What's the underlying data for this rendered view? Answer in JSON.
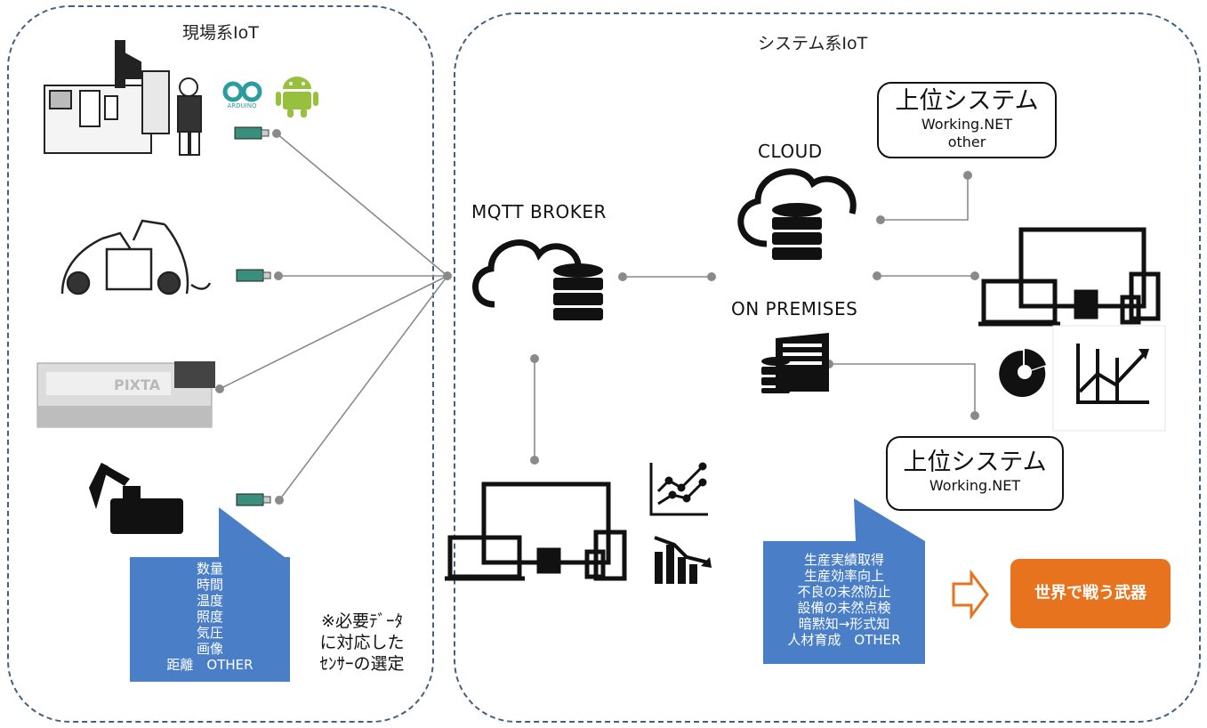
{
  "regions": {
    "field": {
      "title": "現場系IoT"
    },
    "system": {
      "title": "システム系IoT"
    }
  },
  "labels": {
    "mqtt": "MQTT BROKER",
    "cloud": "CLOUD",
    "onprem": "ON PREMISES"
  },
  "upper_system_top": {
    "title": "上位システム",
    "line1": "Working.NET",
    "line2": "other"
  },
  "upper_system_bottom": {
    "title": "上位システム",
    "line1": "Working.NET"
  },
  "sensor_callout": [
    "数量",
    "時間",
    "温度",
    "照度",
    "気圧",
    "画像",
    "距離　OTHER"
  ],
  "note": [
    "※必要ﾃﾞｰﾀ",
    "に対応した",
    "ｾﾝｻｰの選定"
  ],
  "benefit_callout": [
    "生産実績取得",
    "生産効率向上",
    "不良の未然防止",
    "設備の未然点検",
    "暗黙知→形式知",
    "人材育成　OTHER"
  ],
  "weapon_button": "世界で戦う武器",
  "equipment_watermark": "PIXTA",
  "arduino_label": "ARDUINO",
  "colors": {
    "border": "#44607f",
    "callout": "#4a7fc7",
    "accent": "#e8731e",
    "line": "#8a8a8a"
  }
}
